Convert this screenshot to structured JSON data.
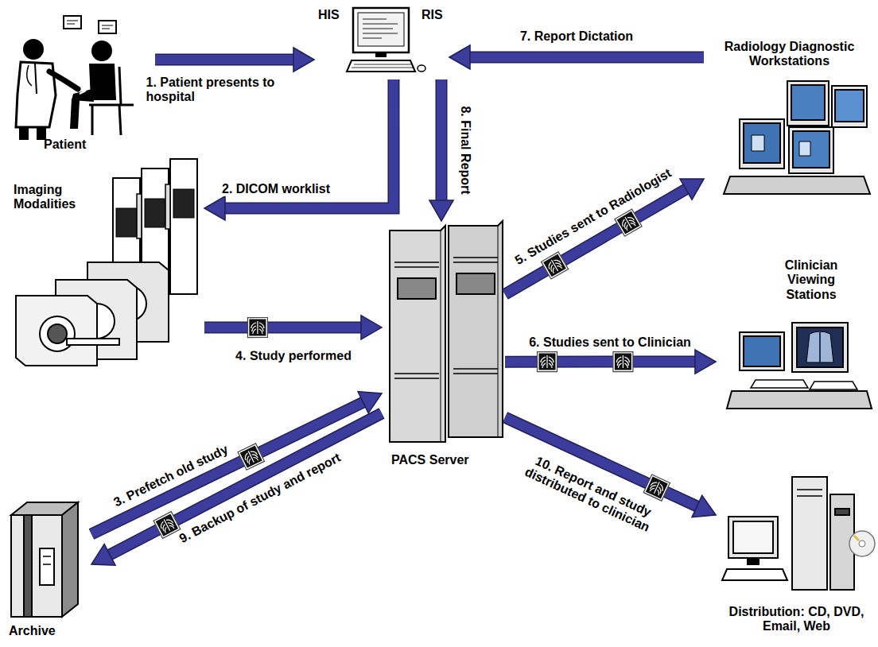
{
  "diagram": {
    "nodes": [
      {
        "text": [
          "Patient"
        ]
      },
      {
        "text": [
          "HIS",
          "RIS"
        ]
      },
      {
        "text": [
          "Radiology Diagnostic Workstations"
        ]
      },
      {
        "text": [
          "Imaging Modalities"
        ]
      },
      {
        "text": [
          "PACS Server"
        ]
      },
      {
        "text": [
          "Clinician Viewing Stations"
        ]
      },
      {
        "text": [
          "Archive"
        ]
      },
      {
        "text": [
          "Distribution: CD, DVD, Email, Web"
        ]
      }
    ],
    "edges": [
      {
        "from": 0,
        "to": 1,
        "label": "1. Patient presents to hospital",
        "arrow": "to"
      },
      {
        "from": 1,
        "to": 3,
        "label": "2. DICOM worklist",
        "arrow": "to"
      },
      {
        "from": 6,
        "to": 4,
        "label": "3. Prefetch old study",
        "arrow": "to"
      },
      {
        "from": 3,
        "to": 4,
        "label": "4. Study performed",
        "arrow": "to"
      },
      {
        "from": 4,
        "to": 2,
        "label": "5. Studies sent to Radiologist",
        "arrow": "to"
      },
      {
        "from": 4,
        "to": 5,
        "label": "6. Studies sent to Clinician",
        "arrow": "to"
      },
      {
        "from": 2,
        "to": 1,
        "label": "7. Report Dictation",
        "arrow": "to"
      },
      {
        "from": 1,
        "to": 4,
        "label": "8. Final Report",
        "arrow": "to"
      },
      {
        "from": 4,
        "to": 6,
        "label": "9. Backup of study and report",
        "arrow": "to"
      },
      {
        "from": 4,
        "to": 7,
        "label": "10. Report and study distributed to clinician",
        "arrow": "to"
      }
    ]
  }
}
